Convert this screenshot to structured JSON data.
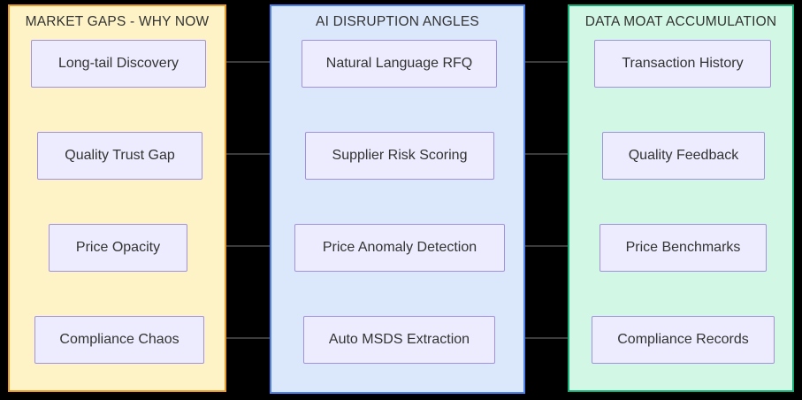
{
  "background": "#000000",
  "edge_color": "#3b3b3b",
  "node_style": {
    "fill": "#ececfe",
    "border": "#a292dc",
    "text_color": "#333333"
  },
  "columns": [
    {
      "id": "market-gaps",
      "title": "MARKET GAPS - WHY NOW",
      "fill": "#fdf3c6",
      "border": "#e89b2d",
      "items": [
        {
          "label": "Long-tail Discovery"
        },
        {
          "label": "Quality Trust Gap"
        },
        {
          "label": "Price Opacity"
        },
        {
          "label": "Compliance Chaos"
        }
      ]
    },
    {
      "id": "ai-disruption-angles",
      "title": "AI DISRUPTION ANGLES",
      "fill": "#dbe8fb",
      "border": "#4d82ec",
      "items": [
        {
          "label": "Natural Language RFQ"
        },
        {
          "label": "Supplier Risk Scoring"
        },
        {
          "label": "Price Anomaly Detection"
        },
        {
          "label": "Auto MSDS Extraction"
        }
      ]
    },
    {
      "id": "data-moat-accumulation",
      "title": "DATA MOAT ACCUMULATION",
      "fill": "#d2f8e5",
      "border": "#17ad79",
      "items": [
        {
          "label": "Transaction History"
        },
        {
          "label": "Quality Feedback"
        },
        {
          "label": "Price Benchmarks"
        },
        {
          "label": "Compliance Records"
        }
      ]
    }
  ],
  "connections": [
    {
      "from": "Long-tail Discovery",
      "to": "Natural Language RFQ"
    },
    {
      "from": "Quality Trust Gap",
      "to": "Supplier Risk Scoring"
    },
    {
      "from": "Price Opacity",
      "to": "Price Anomaly Detection"
    },
    {
      "from": "Compliance Chaos",
      "to": "Auto MSDS Extraction"
    },
    {
      "from": "Natural Language RFQ",
      "to": "Transaction History"
    },
    {
      "from": "Supplier Risk Scoring",
      "to": "Quality Feedback"
    },
    {
      "from": "Price Anomaly Detection",
      "to": "Price Benchmarks"
    },
    {
      "from": "Auto MSDS Extraction",
      "to": "Compliance Records"
    }
  ]
}
